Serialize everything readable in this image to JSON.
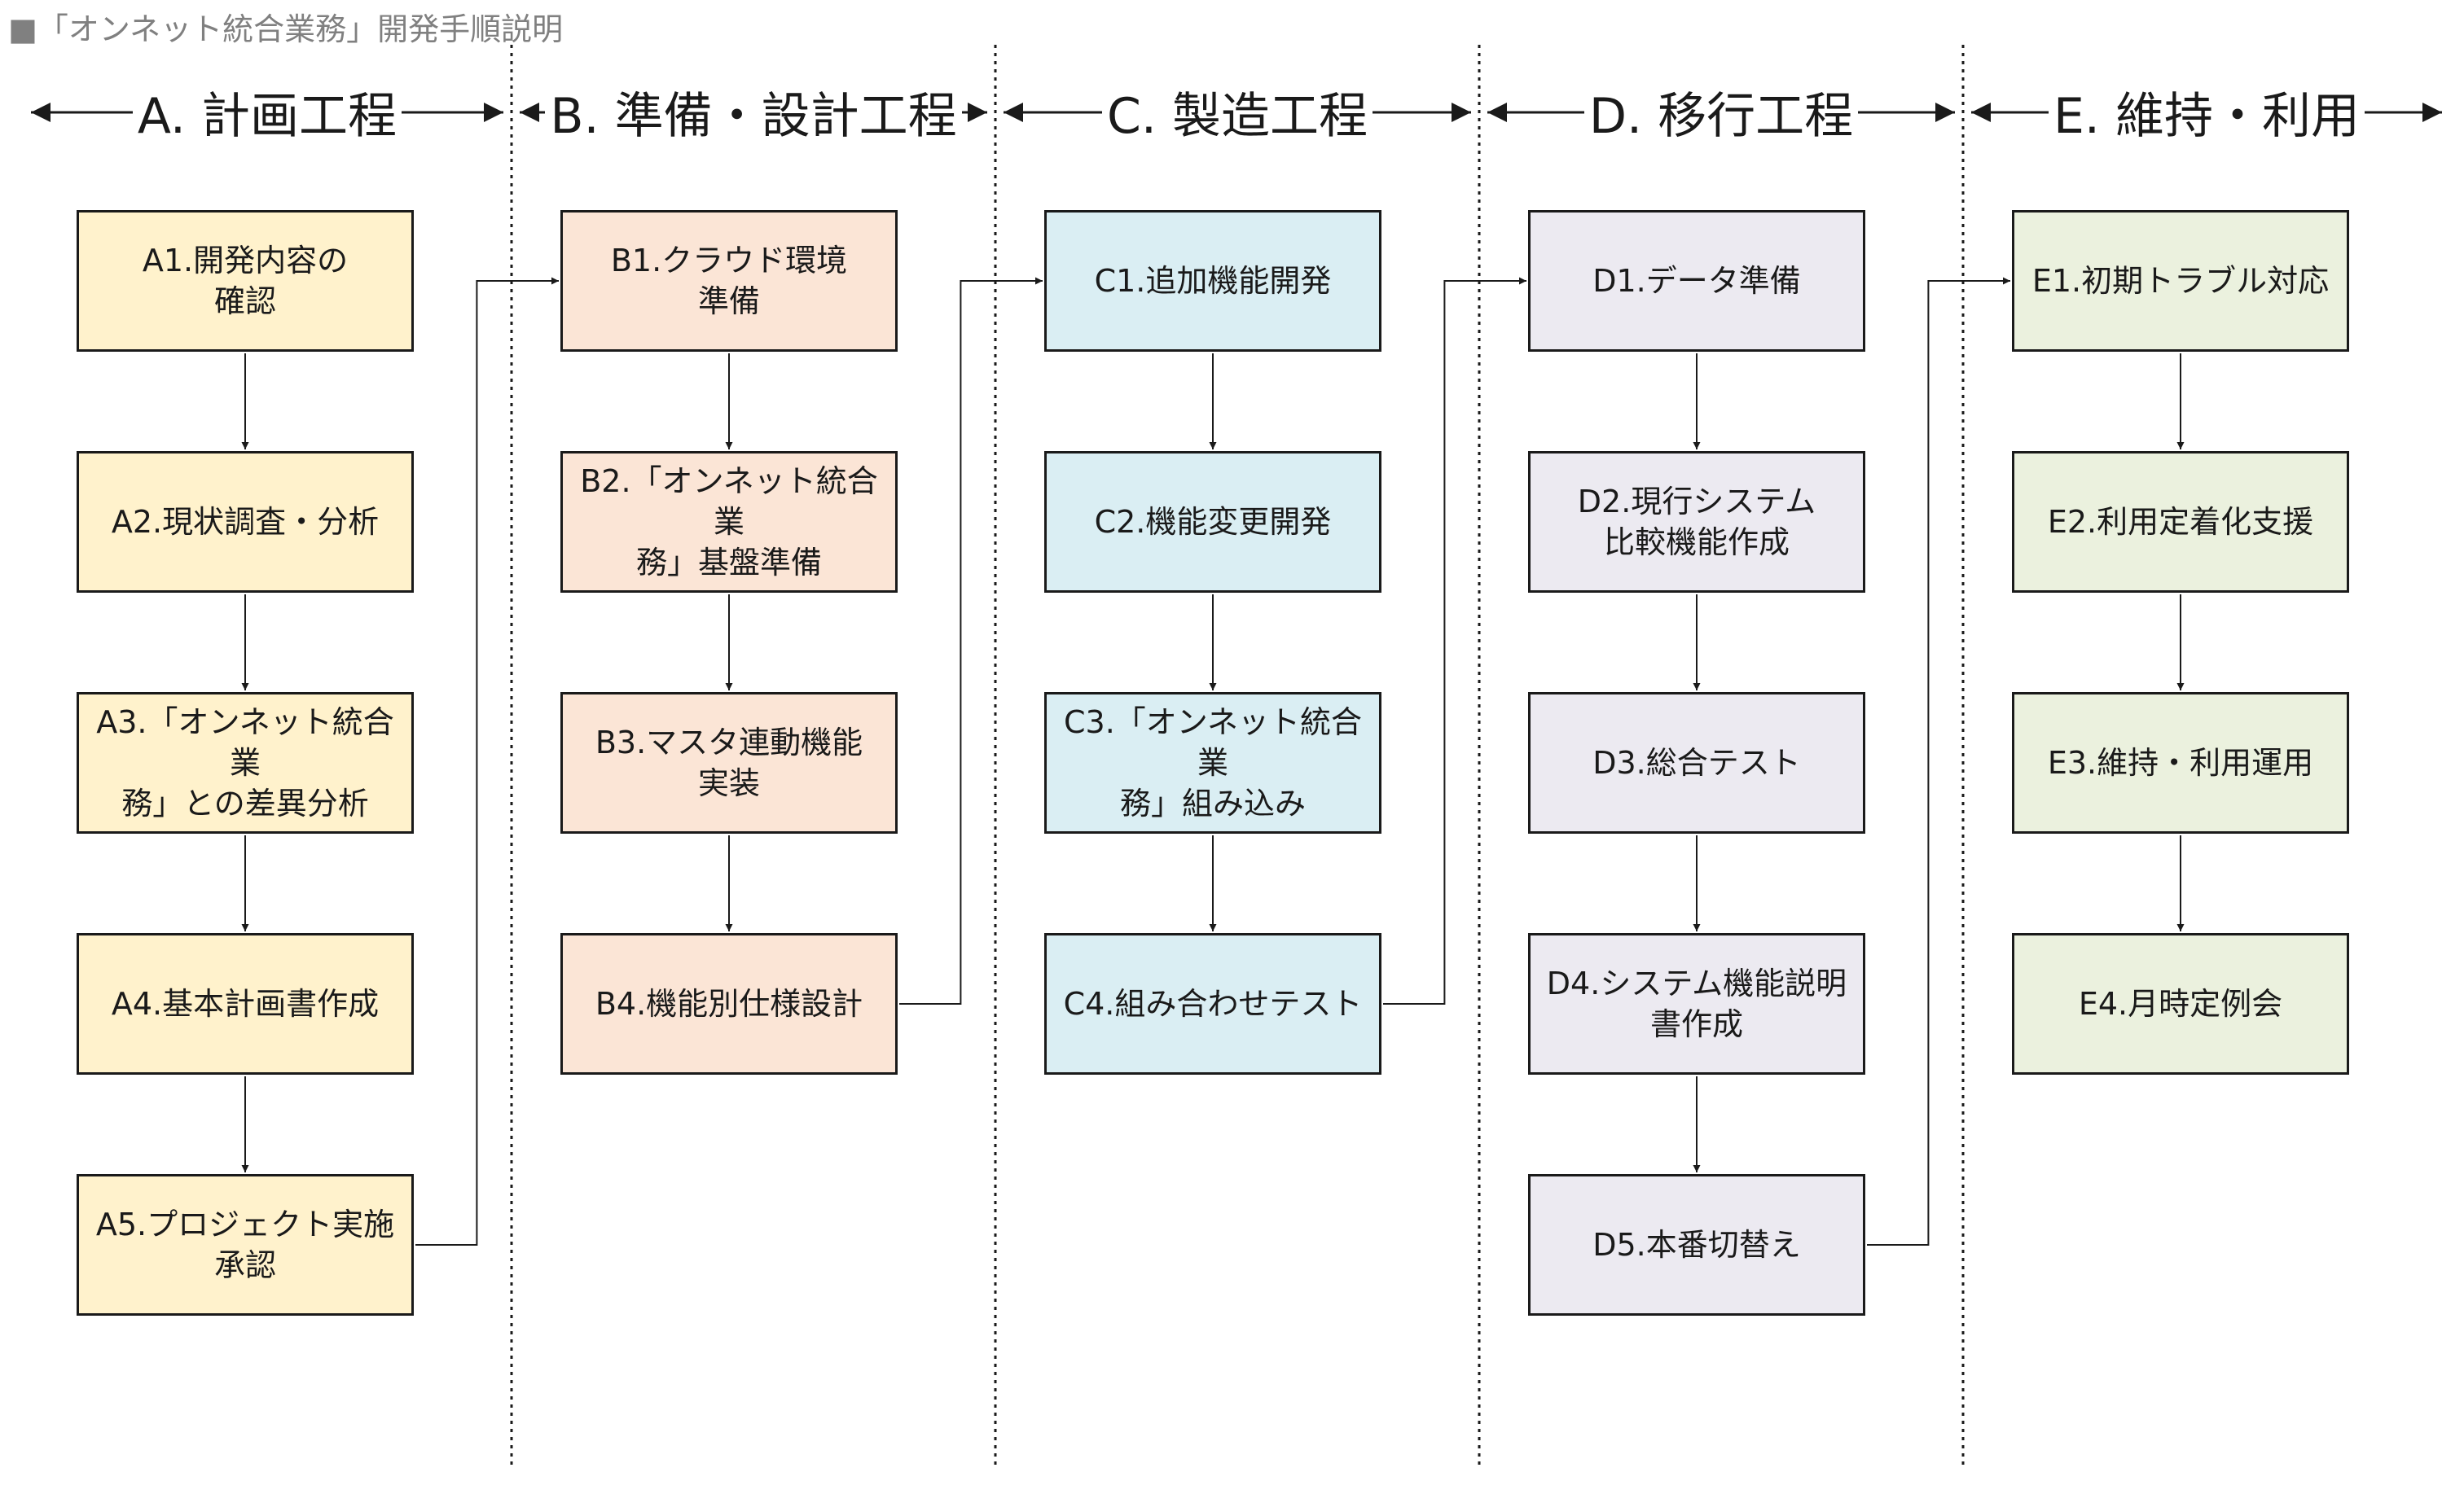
{
  "page_title": "■「オンネット統合業務」開発手順説明",
  "colors": {
    "A": "#FFF2CC",
    "B": "#FBE5D6",
    "C": "#DAEEF3",
    "D": "#ECEAF1",
    "E": "#EBF1DE",
    "line": "#1a1a1a",
    "title_gray": "#808080"
  },
  "phases": [
    {
      "id": "A",
      "label": "A. 計画工程",
      "steps": [
        {
          "id": "A1",
          "label": "A1.開発内容の\n確認"
        },
        {
          "id": "A2",
          "label": "A2.現状調査・分析"
        },
        {
          "id": "A3",
          "label": "A3.「オンネット統合業\n務」との差異分析"
        },
        {
          "id": "A4",
          "label": "A4.基本計画書作成"
        },
        {
          "id": "A5",
          "label": "A5.プロジェクト実施\n承認"
        }
      ]
    },
    {
      "id": "B",
      "label": "B. 準備・設計工程",
      "steps": [
        {
          "id": "B1",
          "label": "B1.クラウド環境\n準備"
        },
        {
          "id": "B2",
          "label": "B2.「オンネット統合業\n務」基盤準備"
        },
        {
          "id": "B3",
          "label": "B3.マスタ連動機能\n実装"
        },
        {
          "id": "B4",
          "label": "B4.機能別仕様設計"
        }
      ]
    },
    {
      "id": "C",
      "label": "C. 製造工程",
      "steps": [
        {
          "id": "C1",
          "label": "C1.追加機能開発"
        },
        {
          "id": "C2",
          "label": "C2.機能変更開発"
        },
        {
          "id": "C3",
          "label": "C3.「オンネット統合業\n務」組み込み"
        },
        {
          "id": "C4",
          "label": "C4.組み合わせテスト"
        }
      ]
    },
    {
      "id": "D",
      "label": "D. 移行工程",
      "steps": [
        {
          "id": "D1",
          "label": "D1.データ準備"
        },
        {
          "id": "D2",
          "label": "D2.現行システム\n比較機能作成"
        },
        {
          "id": "D3",
          "label": "D3.総合テスト"
        },
        {
          "id": "D4",
          "label": "D4.システム機能説明\n書作成"
        },
        {
          "id": "D5",
          "label": "D5.本番切替え"
        }
      ]
    },
    {
      "id": "E",
      "label": "E. 維持・利用",
      "steps": [
        {
          "id": "E1",
          "label": "E1.初期トラブル対応"
        },
        {
          "id": "E2",
          "label": "E2.利用定着化支援"
        },
        {
          "id": "E3",
          "label": "E3.維持・利用運用"
        },
        {
          "id": "E4",
          "label": "E4.月時定例会"
        }
      ]
    }
  ]
}
